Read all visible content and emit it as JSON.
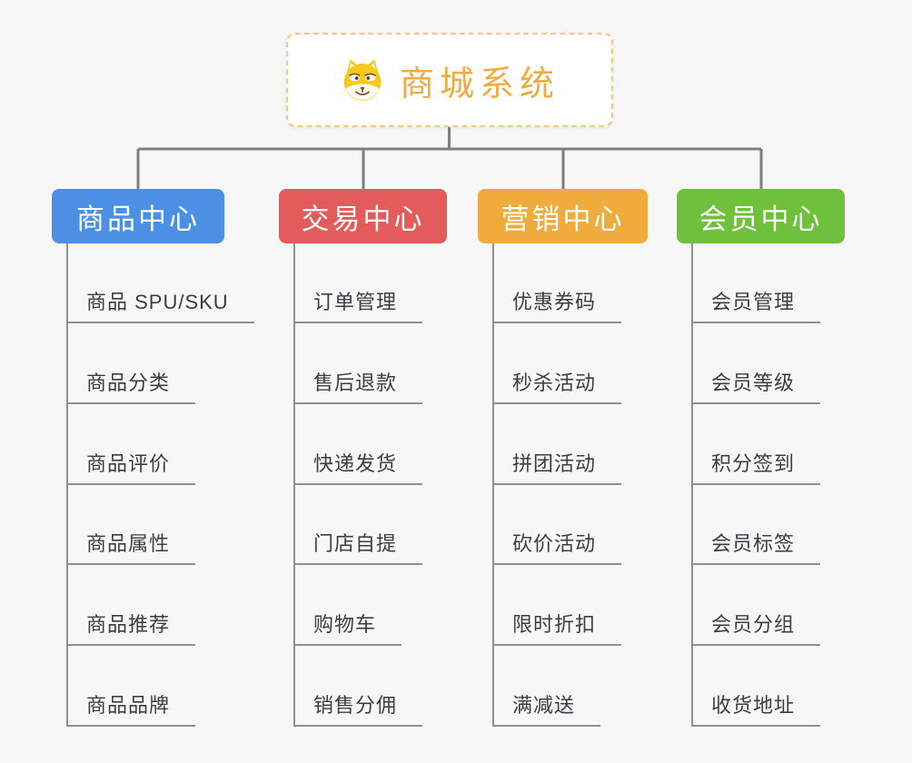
{
  "root": {
    "title": "商城系统",
    "icon": "shiba-dog-icon",
    "title_color": "#F0AC40",
    "border_color": "#F3C883"
  },
  "colors": {
    "background": "#F7F7F7",
    "connector": "#7F7F7F",
    "leaf_line": "#909090",
    "leaf_text": "#3A3E44"
  },
  "branches": [
    {
      "label": "商品中心",
      "color": "#4B90E5",
      "items": [
        "商品 SPU/SKU",
        "商品分类",
        "商品评价",
        "商品属性",
        "商品推荐",
        "商品品牌"
      ]
    },
    {
      "label": "交易中心",
      "color": "#E45B5B",
      "items": [
        "订单管理",
        "售后退款",
        "快递发货",
        "门店自提",
        "购物车",
        "销售分佣"
      ]
    },
    {
      "label": "营销中心",
      "color": "#EFAC3D",
      "items": [
        "优惠券码",
        "秒杀活动",
        "拼团活动",
        "砍价活动",
        "限时折扣",
        "满减送"
      ]
    },
    {
      "label": "会员中心",
      "color": "#6FC13C",
      "items": [
        "会员管理",
        "会员等级",
        "积分签到",
        "会员标签",
        "会员分组",
        "收货地址"
      ]
    }
  ]
}
